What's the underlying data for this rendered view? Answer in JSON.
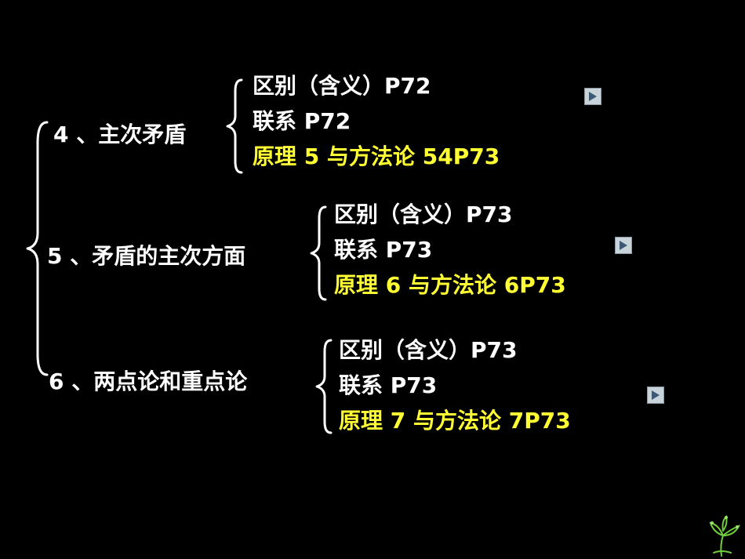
{
  "slide": {
    "background": "#000000",
    "highlight_color": "#ffff33",
    "sections": [
      {
        "heading": "4 、主次矛盾",
        "lines": [
          "区别（含义）P72",
          "联系 P72",
          "原理 5 与方法论 54P73"
        ]
      },
      {
        "heading": "5 、矛盾的主次方面",
        "lines": [
          "区别（含义）P73",
          "联系 P73",
          "原理 6 与方法论 6P73"
        ]
      },
      {
        "heading": "6 、两点论和重点论",
        "lines": [
          "区别（含义）P73",
          "联系 P73",
          "原理 7 与方法论 7P73"
        ]
      }
    ],
    "nav_buttons": [
      "play-icon",
      "play-icon",
      "play-icon"
    ],
    "corner_decoration": "plant-clipart"
  }
}
